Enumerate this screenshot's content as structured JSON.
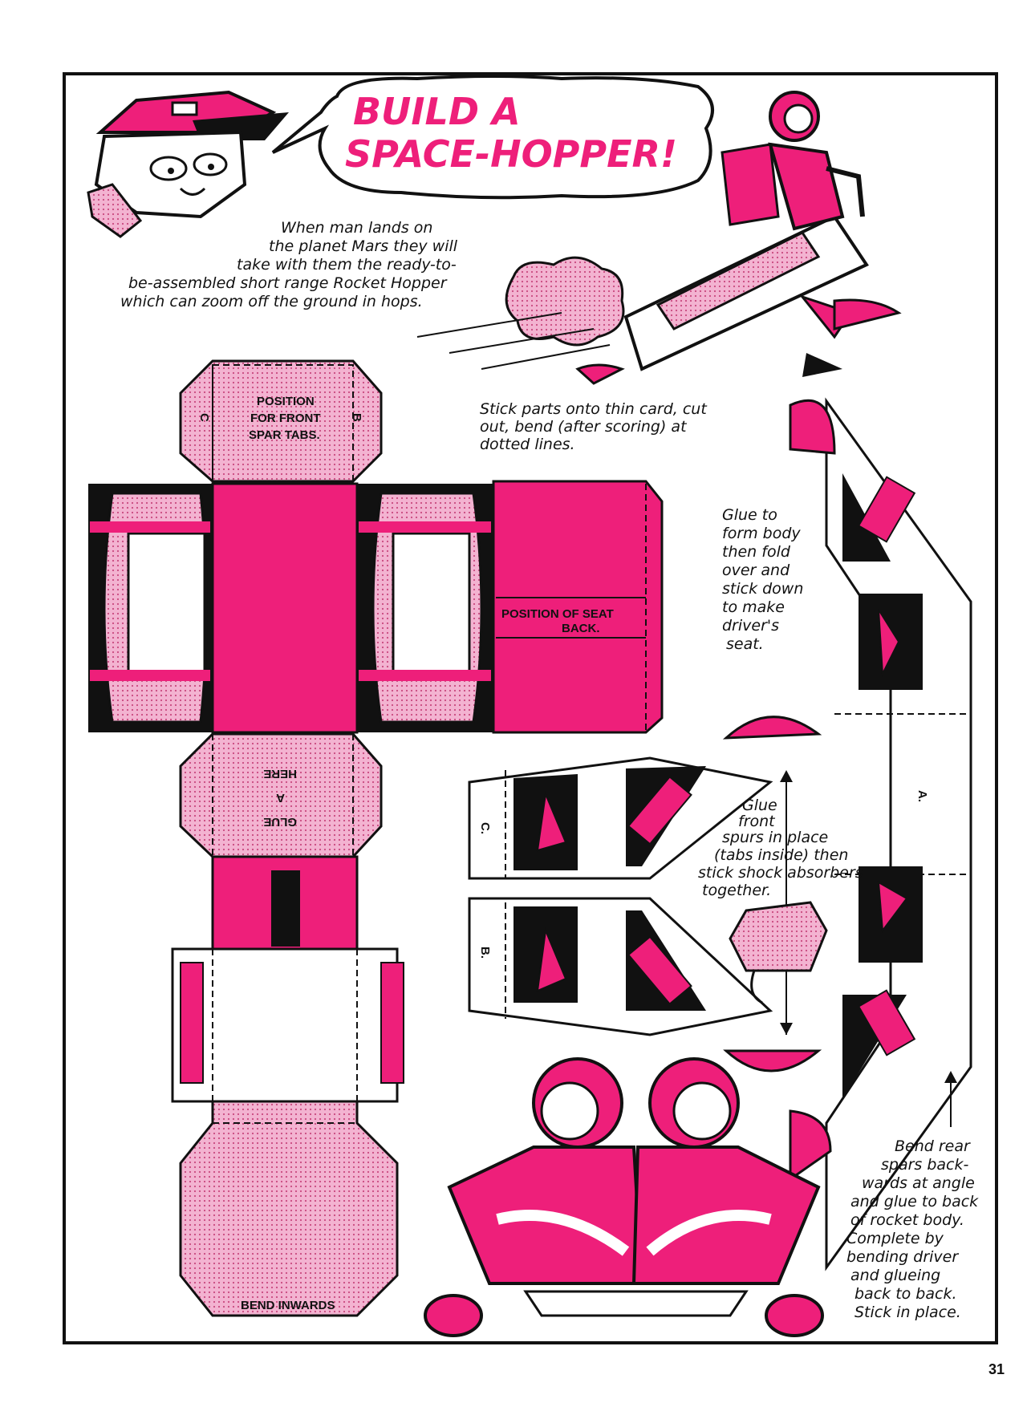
{
  "page": {
    "title_line1": "BUILD A",
    "title_line2": "SPACE-HOPPER!",
    "intro": [
      "When man lands on",
      "the planet Mars they will",
      "take with them the ready-to-",
      "be-assembled short range Rocket Hopper",
      "which can zoom off the ground in hops."
    ],
    "instructions_main": [
      "Stick parts onto thin card, cut",
      "out, bend (after scoring) at",
      "dotted lines."
    ],
    "glue_body": [
      "Glue to",
      "form body",
      "then fold",
      "over and",
      "stick down",
      "to make",
      "driver's",
      "seat."
    ],
    "glue_front": [
      "Glue",
      "front",
      "spurs in place",
      "(tabs inside) then",
      "stick shock absorbers",
      "together."
    ],
    "bend_rear": [
      "Bend rear",
      "spars back-",
      "wards at angle",
      "and glue to back",
      "of rocket body.",
      "Complete by",
      "bending driver",
      "and glueing",
      "back to back.",
      "Stick in place."
    ],
    "page_number": "31"
  },
  "template": {
    "position_front": [
      "POSITION",
      "FOR FRONT",
      "SPAR TABS."
    ],
    "tab_c": "C",
    "tab_b": "B",
    "seat_back": [
      "POSITION OF SEAT",
      "BACK."
    ],
    "glue_here": [
      "GLUE",
      "A",
      "HERE"
    ],
    "bend_inwards": "BEND INWARDS",
    "spar_a": "A.",
    "spar_c": "C.",
    "spar_b": "B."
  },
  "colors": {
    "magenta": "#ee1f7a",
    "pink": "#f0a6c8",
    "ink": "#111111",
    "paper": "#ffffff"
  }
}
